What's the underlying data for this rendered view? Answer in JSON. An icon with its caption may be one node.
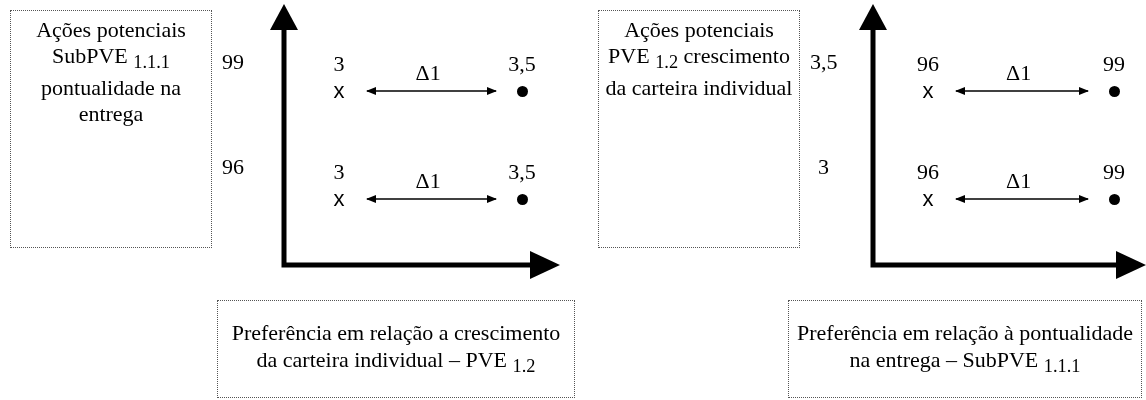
{
  "diagram": {
    "nodes": [
      {
        "text": [
          "Ações potenciais SubPVE $_{1.1.1}$ pontualidade na entrega"
        ]
      },
      {
        "text": [
          "x"
        ],
        "beside": [
          "3"
        ]
      },
      {
        "text": [],
        "shape": "circle",
        "beside": [
          "3,5"
        ]
      },
      {
        "text": [
          "x"
        ],
        "beside": [
          "3"
        ]
      },
      {
        "text": [],
        "shape": "circle",
        "beside": [
          "3,5"
        ]
      },
      {
        "text": [
          "Preferência em relação a crescimento da carteira individual – PVE $_{1.2}$"
        ]
      },
      {
        "text": [
          "Ações potenciais PVE $_{1.2}$ crescimento da carteira individual"
        ]
      },
      {
        "text": [
          "x"
        ],
        "beside": [
          "96"
        ]
      },
      {
        "text": [],
        "shape": "circle",
        "beside": [
          "99"
        ]
      },
      {
        "text": [
          "x"
        ],
        "beside": [
          "96"
        ]
      },
      {
        "text": [],
        "shape": "circle",
        "beside": [
          "99"
        ]
      },
      {
        "text": [
          "Preferência em relação à pontualidade na entrega – SubPVE $_{1.1.1}$"
        ]
      }
    ],
    "edges": [
      {
        "from": 1,
        "to": 2,
        "arrow": "both",
        "label": "Δ1"
      },
      {
        "from": 3,
        "to": 4,
        "arrow": "both",
        "label": "Δ1"
      },
      {
        "from": 7,
        "to": 8,
        "arrow": "both",
        "label": "Δ1"
      },
      {
        "from": 9,
        "to": 10,
        "arrow": "both",
        "label": "Δ1"
      }
    ],
    "labels": [
      "99",
      "96",
      "3,5",
      "3"
    ]
  }
}
